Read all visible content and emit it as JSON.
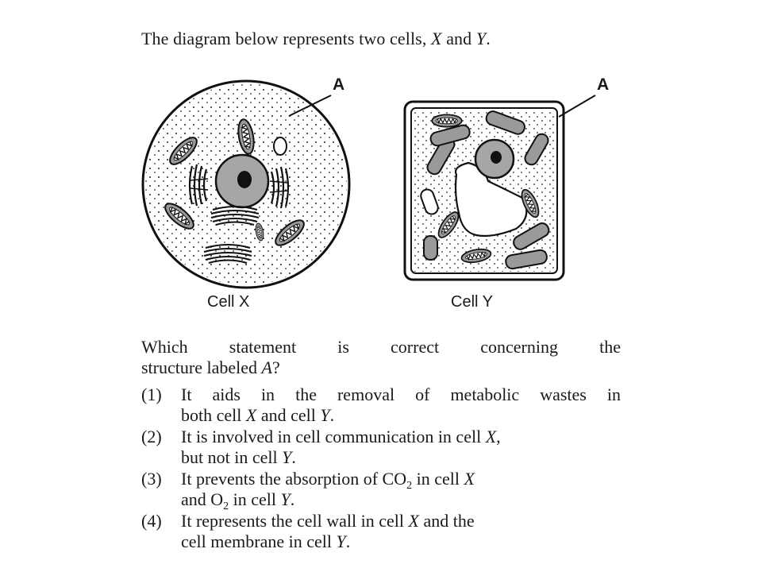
{
  "intro": {
    "before": "The diagram below represents two cells, ",
    "x": "X",
    "mid": " and ",
    "y": "Y",
    "after": "."
  },
  "figure": {
    "label_a": "A",
    "cell_x_caption": "Cell X",
    "cell_y_caption": "Cell Y"
  },
  "question": {
    "line1_words": [
      "Which",
      "statement",
      "is",
      "correct",
      "concerning",
      "the"
    ],
    "line2_before": "structure labeled ",
    "line2_var": "A",
    "line2_after": "?"
  },
  "options": [
    {
      "num": "(1)",
      "line1_words": [
        "It",
        "aids",
        "in",
        "the",
        "removal",
        "of",
        "metabolic",
        "wastes",
        "in"
      ],
      "line2": {
        "a": "both cell ",
        "x": "X",
        "b": " and cell ",
        "y": "Y",
        "c": "."
      }
    },
    {
      "num": "(2)",
      "line1": {
        "a": "It is involved in cell communication in cell ",
        "x": "X",
        "b": ","
      },
      "line2": {
        "a": "but not in cell ",
        "y": "Y",
        "c": "."
      }
    },
    {
      "num": "(3)",
      "line1": {
        "a": "It prevents the absorption of CO",
        "sub": "2",
        "b": " in cell ",
        "x": "X"
      },
      "line2": {
        "a": "and O",
        "sub": "2",
        "b": " in cell ",
        "y": "Y",
        "c": "."
      }
    },
    {
      "num": "(4)",
      "line1": {
        "a": "It represents the cell wall in cell ",
        "x": "X",
        "b": " and the"
      },
      "line2": {
        "a": "cell membrane in cell ",
        "y": "Y",
        "c": "."
      }
    }
  ]
}
